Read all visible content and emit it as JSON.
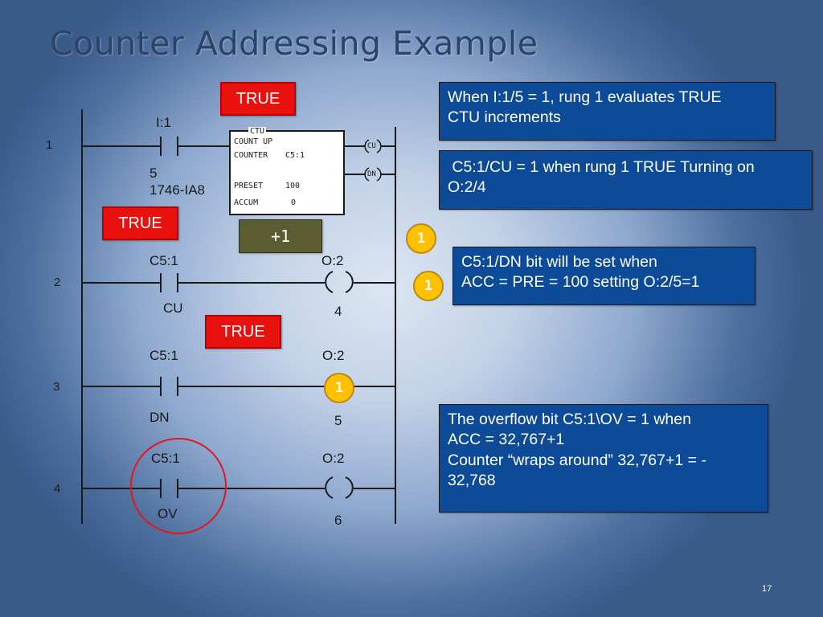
{
  "slide": {
    "title": "Counter Addressing Example",
    "page_number": "17"
  },
  "rung1": {
    "number": "1",
    "address_top": "I:1",
    "bit": "5",
    "module": "1746-IA8",
    "true_label": "TRUE",
    "ctu": {
      "header": "CTU",
      "line1": "COUNT UP",
      "counter_label": "COUNTER",
      "counter_value": "C5:1",
      "preset_label": "PRESET",
      "preset_value": "100",
      "accum_label": "ACCUM",
      "accum_value": "0",
      "cu_label": "CU",
      "dn_label": "DN"
    }
  },
  "rung2": {
    "number": "2",
    "contact_address": "C5:1",
    "contact_bit": "CU",
    "coil_address": "O:2",
    "coil_bit": "4",
    "true_label": "TRUE",
    "plus_one": "+1"
  },
  "rung3": {
    "number": "3",
    "contact_address": "C5:1",
    "contact_bit": "DN",
    "coil_address": "O:2",
    "coil_bit": "5",
    "true_label": "TRUE"
  },
  "rung4": {
    "number": "4",
    "contact_address": "C5:1",
    "contact_bit": "OV",
    "coil_address": "O:2",
    "coil_bit": "6"
  },
  "indicators": {
    "dot1": "1",
    "dot2": "1",
    "dot3": "1"
  },
  "notes": {
    "note1_line1": "When I:1/5 = 1, rung 1 evaluates TRUE",
    "note1_line2": "CTU  increments",
    "note2_line1": " C5:1/CU = 1 when rung 1 TRUE Turning on",
    "note2_line2": "O:2/4",
    "note3_line1": "C5:1/DN bit  will  be set when",
    "note3_line2": "ACC = PRE = 100  setting O:2/5=1",
    "note4_line1": "The overflow bit  C5:1\\OV = 1 when",
    "note4_line2": "ACC = 32,767+1",
    "note4_line3": "Counter “wraps around”  32,767+1 = -",
    "note4_line4": "32,768"
  },
  "colors": {
    "true_box": "#e8110e",
    "info_box": "#0d4a97",
    "indicator": "#ffc000",
    "plus_box": "#5c5c32",
    "highlight_circle": "#e3171b"
  }
}
